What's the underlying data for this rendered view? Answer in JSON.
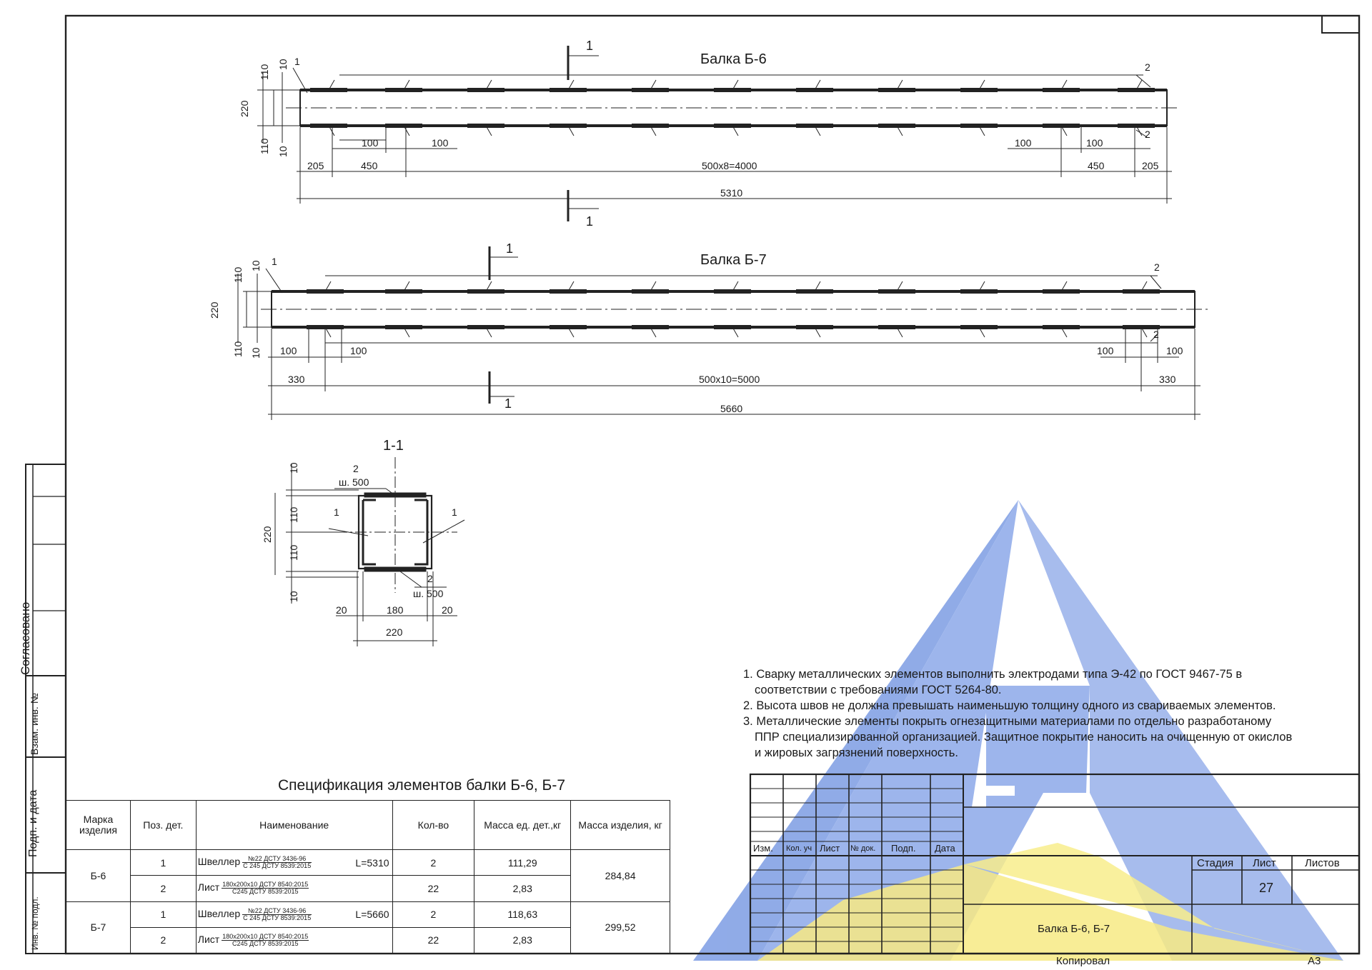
{
  "beams": [
    {
      "title": "Балка Б-6",
      "section_marker": "1",
      "pos1": "1",
      "pos2": "2",
      "dims_vertical": [
        "110",
        "10",
        "220",
        "110",
        "10"
      ],
      "dims_small": [
        "100",
        "100",
        "100",
        "100"
      ],
      "dims_row1": [
        "205",
        "450",
        "500x8=4000",
        "450",
        "205"
      ],
      "total": "5310"
    },
    {
      "title": "Балка Б-7",
      "section_marker": "1",
      "pos1": "1",
      "pos2": "2",
      "dims_vertical": [
        "110",
        "10",
        "220",
        "110",
        "10"
      ],
      "dims_row1": [
        "100",
        "100",
        "100",
        "100"
      ],
      "dims_row2": [
        "330",
        "500x10=5000",
        "330"
      ],
      "total": "5660"
    }
  ],
  "section": {
    "title": "1-1",
    "top_plate": "ш. 500",
    "bottom_plate": "ш. 500",
    "pos_top": "2",
    "pos_bottom": "2",
    "pos_left": "1",
    "pos_right": "1",
    "vertical": [
      "10",
      "110",
      "220",
      "110",
      "10"
    ],
    "horizontal": [
      "20",
      "180",
      "20"
    ],
    "total_width": "220"
  },
  "notes": [
    "1. Сварку металлических элементов выполнить электродами типа Э-42 по ГОСТ 9467-75 в",
    "соответствии с требованиями ГОСТ 5264-80.",
    "2. Высота швов не должна превышать наименьшую толщину одного из свариваемых элементов.",
    "3. Металлические элементы покрыть огнезащитными материалами по отдельно разработаному",
    "ППР специализированной организацией. Защитное покрытие наносить на очищенную от окислов",
    "и жировых загрязнений поверхность."
  ],
  "spec": {
    "title": "Спецификация элементов балки Б-6, Б-7",
    "headers": [
      "Марка изделия",
      "Поз. дет.",
      "Наименование",
      "Кол-во",
      "Масса ед. дет.,кг",
      "Масса изделия, кг"
    ],
    "groups": [
      {
        "mark": "Б-6",
        "total_mass": "284,84",
        "rows": [
          {
            "pos": "1",
            "name": "Швеллер",
            "num": "№22 ДСТУ 3436-96",
            "den": "С 245 ДСТУ 8539:2015",
            "len": "L=5310",
            "qty": "2",
            "mass": "111,29"
          },
          {
            "pos": "2",
            "name": "Лист",
            "num": "180x200x10 ДСТУ 8540:2015",
            "den": "С245 ДСТУ 8539:2015",
            "len": "",
            "qty": "22",
            "mass": "2,83"
          }
        ]
      },
      {
        "mark": "Б-7",
        "total_mass": "299,52",
        "rows": [
          {
            "pos": "1",
            "name": "Швеллер",
            "num": "№22 ДСТУ 3436-96",
            "den": "С 245 ДСТУ 8539:2015",
            "len": "L=5660",
            "qty": "2",
            "mass": "118,63"
          },
          {
            "pos": "2",
            "name": "Лист",
            "num": "180x200x10 ДСТУ 8540:2015",
            "den": "С245 ДСТУ 8539:2015",
            "len": "",
            "qty": "22",
            "mass": "2,83"
          }
        ]
      }
    ]
  },
  "stamp": {
    "cols": [
      "Изм.",
      "Кол. уч",
      "Лист",
      "№ док.",
      "Подп.",
      "Дата"
    ],
    "stage_label": "Стадия",
    "sheet_label": "Лист",
    "sheets_label": "Листов",
    "sheet_number": "27",
    "drawing_name": "Балка Б-6, Б-7",
    "copied": "Копировал",
    "format": "А3"
  },
  "side_stamp": [
    "Согласовано",
    "Взам. инв. №",
    "Подп. и дата",
    "Инв. № подл."
  ],
  "colors": {
    "ink": "#1a1a1a",
    "watermark_blue": "#6b8fe0",
    "watermark_yellow": "#f5e35a"
  }
}
